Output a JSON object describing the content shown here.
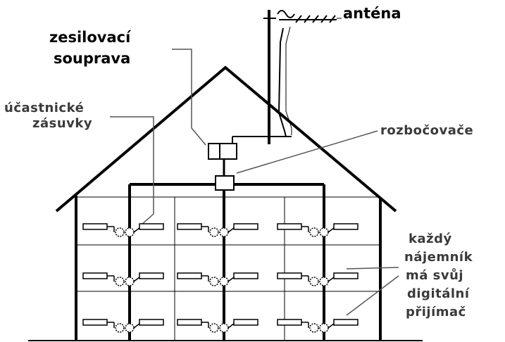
{
  "labels": {
    "antenna": "anténa",
    "amplifier_line1": "zesilovací",
    "amplifier_line2": "souprava",
    "sockets_line1": "účastnické",
    "sockets_line2": "zásuvky",
    "splitters": "rozbočovače",
    "receiver_lines": [
      "každý",
      "nájemník",
      "má svůj",
      "digitální",
      "přijímač"
    ]
  },
  "colors": {
    "line": "#000000",
    "grey_text": "#3a3a3a",
    "black_text": "#000000",
    "background": "#ffffff"
  },
  "building": {
    "columns": 3,
    "floors": 3,
    "receivers_per_floor": 3
  }
}
